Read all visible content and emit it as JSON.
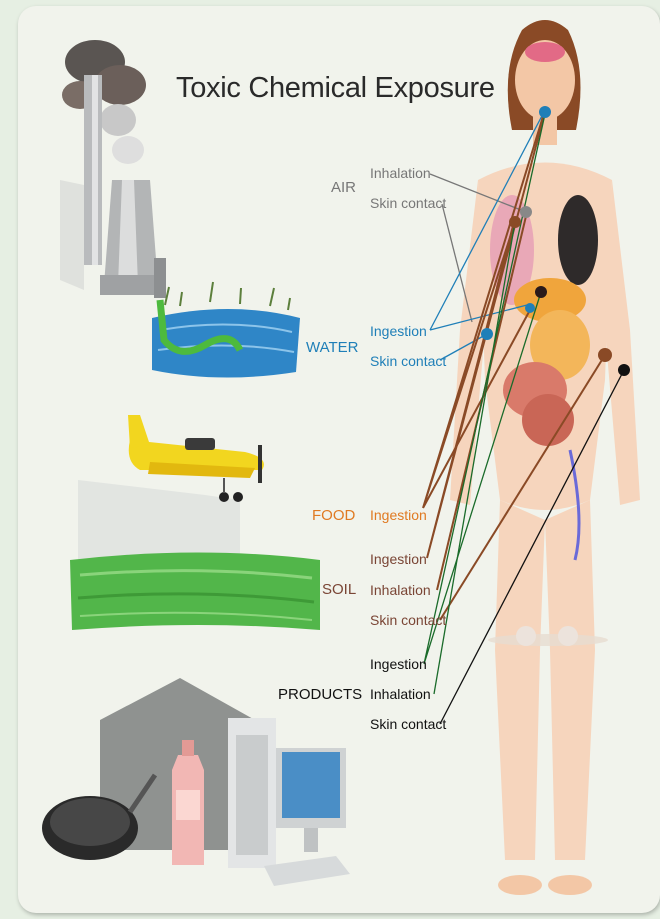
{
  "title": "Toxic Chemical Exposure",
  "sources": [
    {
      "label": "AIR",
      "routes": [
        "Inhalation",
        "Skin contact"
      ],
      "color": "#777777"
    },
    {
      "label": "WATER",
      "routes": [
        "Ingestion",
        "Skin contact"
      ],
      "color": "#1f7fb8"
    },
    {
      "label": "FOOD",
      "routes": [
        "Ingestion"
      ],
      "color": "#e07a22"
    },
    {
      "label": "SOIL",
      "routes": [
        "Ingestion",
        "Inhalation",
        "Skin contact"
      ],
      "color": "#7a4535"
    },
    {
      "label": "PRODUCTS",
      "routes": [
        "Ingestion",
        "Inhalation",
        "Skin contact"
      ],
      "color": "#111111"
    }
  ]
}
